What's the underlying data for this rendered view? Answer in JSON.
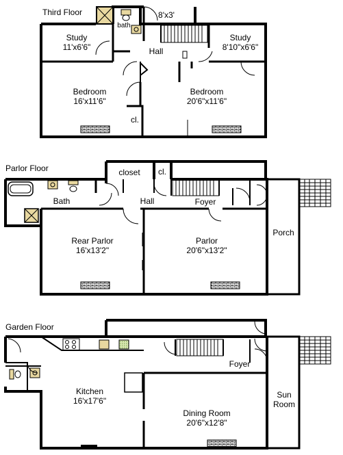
{
  "floors": [
    {
      "name": "Third Floor",
      "rooms": [
        {
          "key": "study-left",
          "name": "Study",
          "size": "11'x6'6\""
        },
        {
          "key": "bath",
          "name": "bath",
          "size": ""
        },
        {
          "key": "closet-8x3",
          "name": "",
          "size": "8'x3'"
        },
        {
          "key": "study-right",
          "name": "Study",
          "size": "8'10\"x6'6\""
        },
        {
          "key": "hall",
          "name": "Hall",
          "size": ""
        },
        {
          "key": "bedroom-left",
          "name": "Bedroom",
          "size": "16'x11'6\""
        },
        {
          "key": "closet",
          "name": "cl.",
          "size": ""
        },
        {
          "key": "bedroom-right",
          "name": "Bedroom",
          "size": "20'6\"x11'6\""
        }
      ]
    },
    {
      "name": "Parlor Floor",
      "rooms": [
        {
          "key": "closet",
          "name": "closet",
          "size": ""
        },
        {
          "key": "cl",
          "name": "cl.",
          "size": ""
        },
        {
          "key": "bath",
          "name": "Bath",
          "size": ""
        },
        {
          "key": "hall",
          "name": "Hall",
          "size": ""
        },
        {
          "key": "foyer",
          "name": "Foyer",
          "size": ""
        },
        {
          "key": "rear-parlor",
          "name": "Rear Parlor",
          "size": "16'x13'2\""
        },
        {
          "key": "parlor",
          "name": "Parlor",
          "size": "20'6\"x13'2\""
        },
        {
          "key": "porch",
          "name": "Porch",
          "size": ""
        }
      ]
    },
    {
      "name": "Garden Floor",
      "rooms": [
        {
          "key": "foyer",
          "name": "Foyer",
          "size": ""
        },
        {
          "key": "kitchen",
          "name": "Kitchen",
          "size": "16'x17'6\""
        },
        {
          "key": "dining",
          "name": "Dining Room",
          "size": "20'6\"x12'8\""
        },
        {
          "key": "sunroom",
          "name": "Sun Room",
          "size": ""
        }
      ]
    }
  ],
  "colors": {
    "wall": "#000000",
    "fixture_green": "#c8d88a",
    "fixture_tan": "#e8d8a0",
    "hatch": "#8a8a8a",
    "background": "#ffffff"
  },
  "icons": [
    "staircase-icon",
    "fireplace-icon",
    "bathtub-icon",
    "toilet-icon",
    "sink-icon",
    "stove-icon",
    "door-swing-icon"
  ]
}
